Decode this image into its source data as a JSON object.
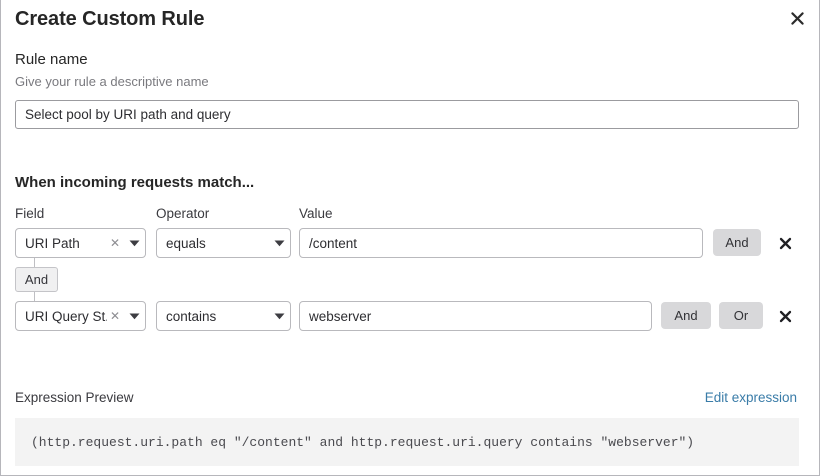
{
  "dialog": {
    "title": "Create Custom Rule",
    "close_icon": "close-icon"
  },
  "rule_name": {
    "label": "Rule name",
    "help_text": "Give your rule a descriptive name",
    "value": "Select pool by URI path and query",
    "placeholder": ""
  },
  "conditions_section": {
    "heading": "When incoming requests match...",
    "columns": {
      "field": "Field",
      "operator": "Operator",
      "value": "Value"
    },
    "connector_badge": "And",
    "rows": [
      {
        "field": "URI Path",
        "operator": "equals",
        "value": "/content",
        "buttons": [
          "And"
        ],
        "delete_icon": "close-icon",
        "clear_icon": "clear-icon",
        "chevron_icon": "chevron-down-icon"
      },
      {
        "field": "URI Query St...",
        "operator": "contains",
        "value": "webserver",
        "buttons": [
          "And",
          "Or"
        ],
        "delete_icon": "close-icon",
        "clear_icon": "clear-icon",
        "chevron_icon": "chevron-down-icon"
      }
    ]
  },
  "expression_preview": {
    "label": "Expression Preview",
    "edit_link": "Edit expression",
    "expression": "(http.request.uri.path eq \"/content\" and http.request.uri.query contains \"webserver\")"
  },
  "colors": {
    "link": "#3a7ca8",
    "logic_button_bg": "#d8d8da",
    "code_bg": "#f3f3f3"
  }
}
